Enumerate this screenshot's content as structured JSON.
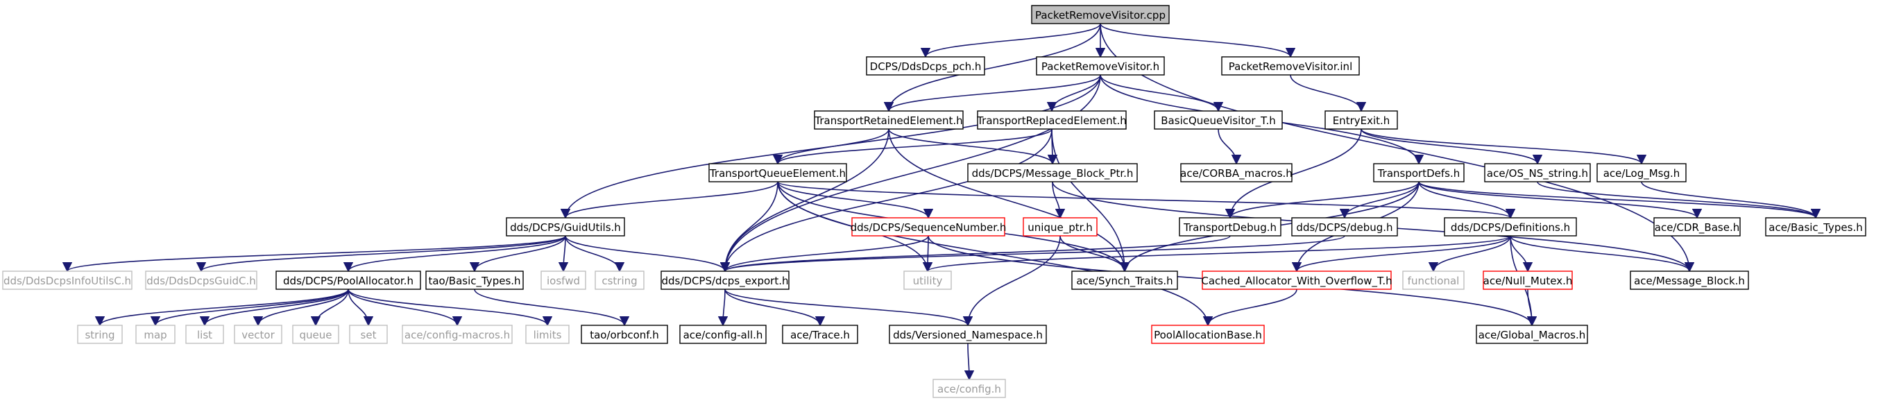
{
  "graph": {
    "title": "PacketRemoveVisitor.cpp",
    "colors": {
      "edge": "#191970",
      "normal_border": "#000000",
      "missing_border": "#bfbfbf",
      "missing_text": "#9a9a9a",
      "error_border": "#ff0000",
      "root_fill": "#bfbfbf",
      "text": "#000000"
    },
    "nodes": [
      {
        "id": "root",
        "label": "PacketRemoveVisitor.cpp",
        "kind": "root"
      },
      {
        "id": "pch",
        "label": "DCPS/DdsDcps_pch.h",
        "kind": "normal"
      },
      {
        "id": "prv_h",
        "label": "PacketRemoveVisitor.h",
        "kind": "normal"
      },
      {
        "id": "prv_inl",
        "label": "PacketRemoveVisitor.inl",
        "kind": "normal"
      },
      {
        "id": "tre",
        "label": "TransportRetainedElement.h",
        "kind": "normal"
      },
      {
        "id": "trpe",
        "label": "TransportReplacedElement.h",
        "kind": "normal"
      },
      {
        "id": "bqv",
        "label": "BasicQueueVisitor_T.h",
        "kind": "normal"
      },
      {
        "id": "entry",
        "label": "EntryExit.h",
        "kind": "normal"
      },
      {
        "id": "corba",
        "label": "ace/CORBA_macros.h",
        "kind": "normal"
      },
      {
        "id": "tqe",
        "label": "TransportQueueElement.h",
        "kind": "normal"
      },
      {
        "id": "mbp",
        "label": "dds/DCPS/Message_Block_Ptr.h",
        "kind": "normal"
      },
      {
        "id": "tdefs",
        "label": "TransportDefs.h",
        "kind": "normal"
      },
      {
        "id": "osns",
        "label": "ace/OS_NS_string.h",
        "kind": "normal"
      },
      {
        "id": "logmsg",
        "label": "ace/Log_Msg.h",
        "kind": "normal"
      },
      {
        "id": "guid",
        "label": "dds/DCPS/GuidUtils.h",
        "kind": "normal"
      },
      {
        "id": "seqnum",
        "label": "dds/DCPS/SequenceNumber.h",
        "kind": "error"
      },
      {
        "id": "uptr",
        "label": "unique_ptr.h",
        "kind": "error"
      },
      {
        "id": "tdebug",
        "label": "TransportDebug.h",
        "kind": "normal"
      },
      {
        "id": "ddebug",
        "label": "dds/DCPS/debug.h",
        "kind": "normal"
      },
      {
        "id": "defs",
        "label": "dds/DCPS/Definitions.h",
        "kind": "normal"
      },
      {
        "id": "cdr",
        "label": "ace/CDR_Base.h",
        "kind": "normal"
      },
      {
        "id": "abt",
        "label": "ace/Basic_Types.h",
        "kind": "normal"
      },
      {
        "id": "infoc",
        "label": "dds/DdsDcpsInfoUtilsC.h",
        "kind": "missing"
      },
      {
        "id": "guidc",
        "label": "dds/DdsDcpsGuidC.h",
        "kind": "missing"
      },
      {
        "id": "pool",
        "label": "dds/DCPS/PoolAllocator.h",
        "kind": "normal"
      },
      {
        "id": "taobt",
        "label": "tao/Basic_Types.h",
        "kind": "normal"
      },
      {
        "id": "iosfwd",
        "label": "iosfwd",
        "kind": "missing"
      },
      {
        "id": "cstring",
        "label": "cstring",
        "kind": "missing"
      },
      {
        "id": "export",
        "label": "dds/DCPS/dcps_export.h",
        "kind": "normal"
      },
      {
        "id": "utility",
        "label": "utility",
        "kind": "missing"
      },
      {
        "id": "synch",
        "label": "ace/Synch_Traits.h",
        "kind": "normal"
      },
      {
        "id": "cached",
        "label": "Cached_Allocator_With_Overflow_T.h",
        "kind": "error"
      },
      {
        "id": "functional",
        "label": "functional",
        "kind": "missing"
      },
      {
        "id": "nullmutex",
        "label": "ace/Null_Mutex.h",
        "kind": "error"
      },
      {
        "id": "msgblock",
        "label": "ace/Message_Block.h",
        "kind": "normal"
      },
      {
        "id": "string",
        "label": "string",
        "kind": "missing"
      },
      {
        "id": "map",
        "label": "map",
        "kind": "missing"
      },
      {
        "id": "list",
        "label": "list",
        "kind": "missing"
      },
      {
        "id": "vector",
        "label": "vector",
        "kind": "missing"
      },
      {
        "id": "queue",
        "label": "queue",
        "kind": "missing"
      },
      {
        "id": "set",
        "label": "set",
        "kind": "missing"
      },
      {
        "id": "cfgmacros",
        "label": "ace/config-macros.h",
        "kind": "missing"
      },
      {
        "id": "limits",
        "label": "limits",
        "kind": "missing"
      },
      {
        "id": "orbconf",
        "label": "tao/orbconf.h",
        "kind": "normal"
      },
      {
        "id": "cfgall",
        "label": "ace/config-all.h",
        "kind": "normal"
      },
      {
        "id": "trace",
        "label": "ace/Trace.h",
        "kind": "normal"
      },
      {
        "id": "versioned",
        "label": "dds/Versioned_Namespace.h",
        "kind": "normal"
      },
      {
        "id": "poolbase",
        "label": "PoolAllocationBase.h",
        "kind": "error"
      },
      {
        "id": "globalmacros",
        "label": "ace/Global_Macros.h",
        "kind": "normal"
      },
      {
        "id": "config",
        "label": "ace/config.h",
        "kind": "missing"
      }
    ],
    "edges": [
      [
        "root",
        "pch"
      ],
      [
        "root",
        "prv_h"
      ],
      [
        "root",
        "prv_inl"
      ],
      [
        "root",
        "tre"
      ],
      [
        "root",
        "msgblock"
      ],
      [
        "prv_h",
        "tre"
      ],
      [
        "prv_h",
        "trpe"
      ],
      [
        "prv_h",
        "bqv"
      ],
      [
        "prv_h",
        "tdefs"
      ],
      [
        "prv_h",
        "guid"
      ],
      [
        "prv_h",
        "export"
      ],
      [
        "prv_inl",
        "entry"
      ],
      [
        "tre",
        "tqe"
      ],
      [
        "tre",
        "mbp"
      ],
      [
        "tre",
        "export"
      ],
      [
        "tre",
        "synch"
      ],
      [
        "trpe",
        "tqe"
      ],
      [
        "trpe",
        "mbp"
      ],
      [
        "trpe",
        "export"
      ],
      [
        "trpe",
        "synch"
      ],
      [
        "bqv",
        "corba"
      ],
      [
        "entry",
        "osns"
      ],
      [
        "entry",
        "logmsg"
      ],
      [
        "entry",
        "tdebug"
      ],
      [
        "tqe",
        "guid"
      ],
      [
        "tqe",
        "seqnum"
      ],
      [
        "tqe",
        "export"
      ],
      [
        "tqe",
        "utility"
      ],
      [
        "tqe",
        "defs"
      ],
      [
        "tqe",
        "synch"
      ],
      [
        "tqe",
        "poolbase"
      ],
      [
        "mbp",
        "uptr"
      ],
      [
        "mbp",
        "msgblock"
      ],
      [
        "tdefs",
        "tdebug"
      ],
      [
        "tdefs",
        "ddebug"
      ],
      [
        "tdefs",
        "defs"
      ],
      [
        "tdefs",
        "cdr"
      ],
      [
        "tdefs",
        "abt"
      ],
      [
        "tdefs",
        "synch"
      ],
      [
        "tdefs",
        "cached"
      ],
      [
        "osns",
        "abt"
      ],
      [
        "logmsg",
        "abt"
      ],
      [
        "guid",
        "infoc"
      ],
      [
        "guid",
        "guidc"
      ],
      [
        "guid",
        "pool"
      ],
      [
        "guid",
        "taobt"
      ],
      [
        "guid",
        "iosfwd"
      ],
      [
        "guid",
        "cstring"
      ],
      [
        "guid",
        "export"
      ],
      [
        "seqnum",
        "utility"
      ],
      [
        "seqnum",
        "export"
      ],
      [
        "seqnum",
        "globalmacros"
      ],
      [
        "uptr",
        "synch"
      ],
      [
        "uptr",
        "versioned"
      ],
      [
        "tdebug",
        "export"
      ],
      [
        "ddebug",
        "export"
      ],
      [
        "defs",
        "utility"
      ],
      [
        "defs",
        "functional"
      ],
      [
        "defs",
        "nullmutex"
      ],
      [
        "defs",
        "globalmacros"
      ],
      [
        "defs",
        "cached"
      ],
      [
        "defs",
        "msgblock"
      ],
      [
        "pool",
        "string"
      ],
      [
        "pool",
        "map"
      ],
      [
        "pool",
        "list"
      ],
      [
        "pool",
        "vector"
      ],
      [
        "pool",
        "queue"
      ],
      [
        "pool",
        "set"
      ],
      [
        "pool",
        "cfgmacros"
      ],
      [
        "pool",
        "limits"
      ],
      [
        "taobt",
        "orbconf"
      ],
      [
        "export",
        "cfgall"
      ],
      [
        "export",
        "trace"
      ],
      [
        "export",
        "versioned"
      ],
      [
        "versioned",
        "config"
      ],
      [
        "cached",
        "poolbase"
      ],
      [
        "nullmutex",
        "globalmacros"
      ]
    ]
  }
}
